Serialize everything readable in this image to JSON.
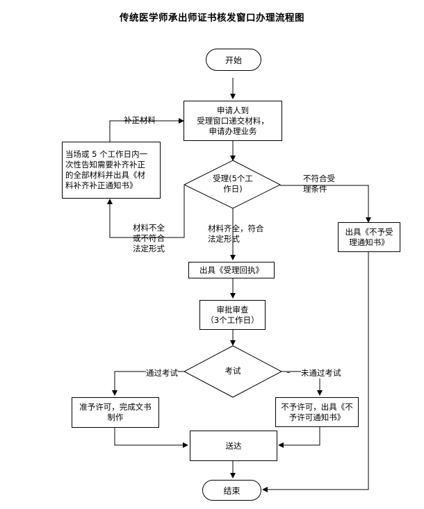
{
  "title": "传统医学师承出师证书核发窗口办理流程图",
  "nodes": {
    "start": "开始",
    "apply": "申请人到\n受理窗口递交材料，\n申请办理业务",
    "accept": "受理(5个工\n作日)",
    "correction_notice": "当场或 5 个工作日内一\n次性告知需要补齐补正\n的全部材料并出具《材\n料补齐补正通知书》",
    "reject_notice": "出具《不予受\n理通知书》",
    "receipt": "出具《受理回执》",
    "review": "审批审查\n（3个工作日）",
    "exam": "考试",
    "permit": "准予许可，完成文书\n制作",
    "deny": "不予许可，出具《不\n予许可通知书》",
    "deliver": "送达",
    "end": "结束"
  },
  "labels": {
    "supplement": "补正材料",
    "incomplete": "材料不全\n或不符合\n法定形式",
    "complete": "材料齐全，符合\n法定形式",
    "not_eligible": "不符合受\n理条件",
    "pass": "通过考试",
    "fail": "未通过考试",
    "dash": "–"
  }
}
